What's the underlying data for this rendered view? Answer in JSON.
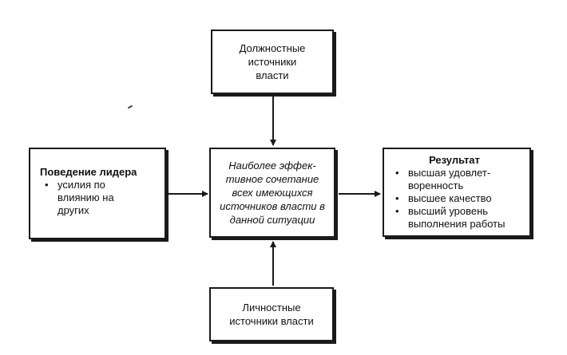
{
  "boxes": {
    "positional_sources": {
      "lines": [
        "Должностные",
        "источники",
        "власти"
      ]
    },
    "center": {
      "lines": [
        "Наиболее эффек-",
        "тивное сочетание",
        "всех имеющихся",
        "источников власти в",
        "данной ситуации"
      ]
    },
    "leader_behavior": {
      "title": "Поведение лидера",
      "items": [
        "усилия по влиянию на других"
      ],
      "item_lines": [
        [
          "усилия по",
          "влиянию на",
          "других"
        ]
      ]
    },
    "result": {
      "title": "Результат",
      "item_lines": [
        [
          "высшая удовлет-",
          "воренность"
        ],
        [
          "высшее качество"
        ],
        [
          "высший уровень",
          "выполнения работы"
        ]
      ]
    },
    "personal_sources": {
      "lines": [
        "Личностные",
        "источники власти"
      ]
    }
  }
}
